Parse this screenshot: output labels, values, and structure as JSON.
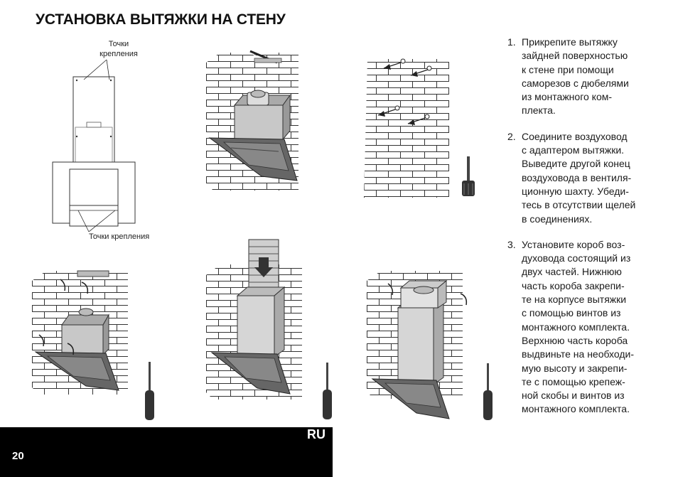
{
  "page": {
    "title": "УСТАНОВКА ВЫТЯЖКИ НА СТЕНУ",
    "page_number": "20",
    "language": "RU"
  },
  "figure_labels": {
    "top_points": [
      "Точки",
      "крепления"
    ],
    "bottom_points": "Точки крепления"
  },
  "instructions": [
    {
      "number": "1.",
      "lines": [
        "Прикрепите вытяжку",
        "зайдней поверхностью",
        "к стене при помощи",
        "саморезов с дюбелями",
        "из монтажного ком-",
        "плекта."
      ]
    },
    {
      "number": "2.",
      "lines": [
        "Соедините воздуховод",
        "с адаптером вытяжки.",
        "Выведите другой конец",
        "воздуховода в вентиля-",
        "ционную шахту. Убеди-",
        "тесь в отсутствии щелей",
        "в соединениях."
      ]
    },
    {
      "number": "3.",
      "lines": [
        "Установите короб воз-",
        "духовода состоящий из",
        "двух частей. Нижнюю",
        "часть  короба закрепи-",
        "те на корпусе вытяжки",
        "с помощью винтов из",
        "монтажного комплекта.",
        "Верхнюю часть короба",
        "выдвиньте на необходи-",
        "мую высоту  и закрепи-",
        "те с помощью крепеж-",
        "ной скобы и винтов из",
        "монтажного комплекта."
      ]
    }
  ]
}
